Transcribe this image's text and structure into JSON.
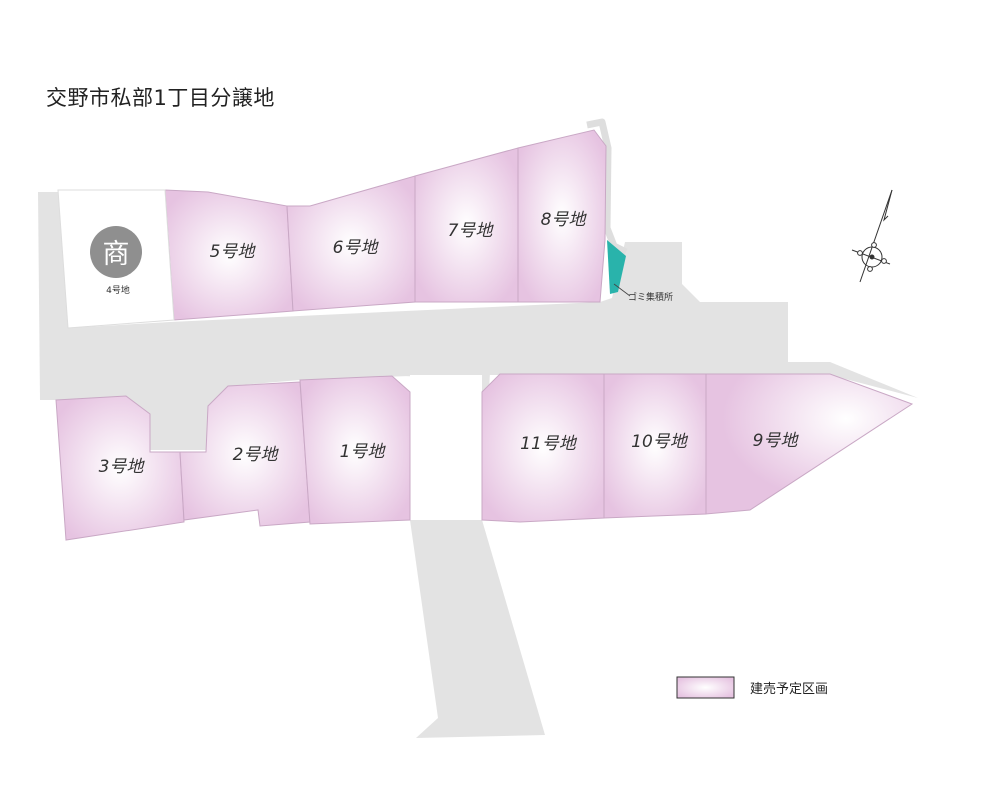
{
  "title": "交野市私部1丁目分譲地",
  "lots": [
    {
      "id": "1",
      "label": "1号地"
    },
    {
      "id": "2",
      "label": "2号地"
    },
    {
      "id": "3",
      "label": "3号地"
    },
    {
      "id": "4",
      "label": "4号地",
      "badge": "商"
    },
    {
      "id": "5",
      "label": "5号地"
    },
    {
      "id": "6",
      "label": "6号地"
    },
    {
      "id": "7",
      "label": "7号地"
    },
    {
      "id": "8",
      "label": "8号地"
    },
    {
      "id": "9",
      "label": "9号地"
    },
    {
      "id": "10",
      "label": "10号地"
    },
    {
      "id": "11",
      "label": "11号地"
    }
  ],
  "garbage_label": "ゴミ集積所",
  "legend": {
    "label": "建売予定区画"
  },
  "colors": {
    "lot_center": "#ffffff",
    "lot_edge": "#e6c3e1",
    "road": "#e3e3e3",
    "garbage": "#29b3ab",
    "badge": "#8f8f8f"
  },
  "icons": {
    "compass": "north-arrow-icon"
  }
}
